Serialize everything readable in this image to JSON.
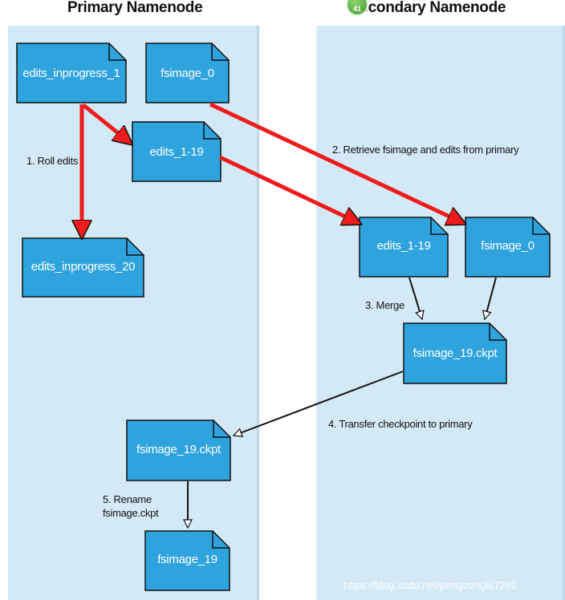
{
  "panels": {
    "primary_title": "Primary Namenode",
    "secondary_title": "Secondary Namenode"
  },
  "badge": "41",
  "files": {
    "p_edits_inprogress_1": "edits_inprogress_1",
    "p_fsimage_0": "fsimage_0",
    "p_edits_1_19": "edits_1-19",
    "p_edits_inprogress_20": "edits_inprogress_20",
    "s_edits_1_19": "edits_1-19",
    "s_fsimage_0": "fsimage_0",
    "s_fsimage_19_ckpt": "fsimage_19.ckpt",
    "p_fsimage_19_ckpt": "fsimage_19.ckpt",
    "p_fsimage_19": "fsimage_19"
  },
  "steps": {
    "roll": "1. Roll edits",
    "retrieve": "2. Retrieve fsimage and edits from primary",
    "merge": "3. Merge",
    "transfer": "4. Transfer checkpoint to primary",
    "rename_line1": "5. Rename",
    "rename_line2": "fsimage.ckpt"
  },
  "watermark": "https://blog.csdn.net/pengzonglu7292",
  "colors": {
    "panel": "#d3eaf6",
    "doc_fill": "#2ea3de",
    "doc_stroke": "#111111",
    "red_arrow": "#ee1c1c"
  }
}
